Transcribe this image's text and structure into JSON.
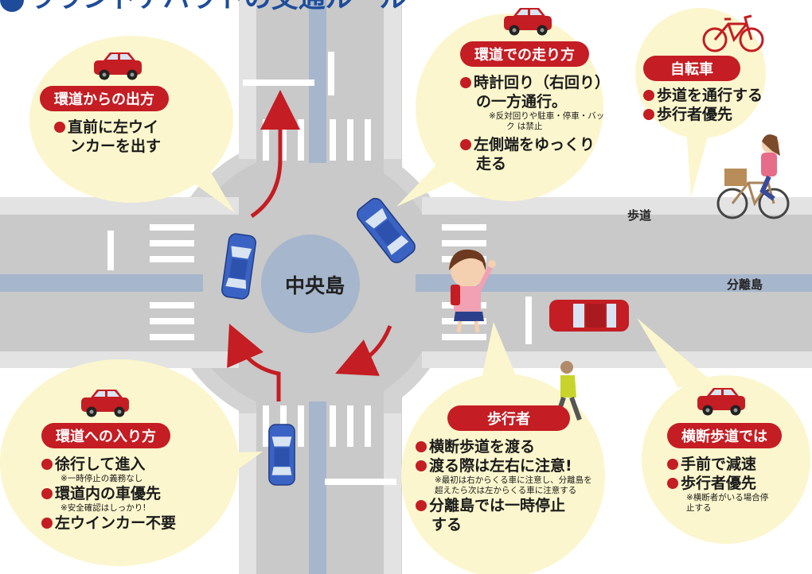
{
  "title": "ラウンドアバウトの交通ルール",
  "labels": {
    "center_island": "中央島",
    "sidewalk": "歩道",
    "median": "分離島"
  },
  "panels": {
    "exit": {
      "heading": "環道からの出方",
      "lines": [
        "直前に左ウイ",
        "ンカーを出す"
      ]
    },
    "driving": {
      "heading": "環道での走り方",
      "line1a": "時計回り（右回り）",
      "line1b": "の一方通行。",
      "note1a": "※反対回りや駐車・停車・バッ",
      "note1b": "ク は禁止",
      "line2a": "左側端をゆっくり",
      "line2b": "走る"
    },
    "bicycle": {
      "heading": "自転車",
      "lines": [
        "歩道を通行する",
        "歩行者優先"
      ]
    },
    "entry": {
      "heading": "環道への入り方",
      "line1": "徐行して進入",
      "note1": "※一時停止の義務なし",
      "line2": "環道内の車優先",
      "note2": "※安全確認はしっかり!",
      "line3": "左ウインカー不要"
    },
    "pedestrian": {
      "heading": "歩行者",
      "line1": "横断歩道を渡る",
      "line2": "渡る際は左右に注意!",
      "note_a": "※最初は右からくる車に注意し、分離島を",
      "note_b": "超えたら次は左からくる車に注意する",
      "line3a": "分離島では一時停止",
      "line3b": "する"
    },
    "crosswalk": {
      "heading": "横断歩道では",
      "line1": "手前で減速",
      "line2": "歩行者優先",
      "note_a": "※横断者がいる場合停",
      "note_b": "止する"
    }
  },
  "colors": {
    "road": "#d3d3d3",
    "median": "#a6b6cc",
    "bubble": "#fbf6cd",
    "label_red": "#c41d23",
    "title_blue": "#1e4c9a",
    "car_blue": "#3a63c4",
    "car_red": "#c41d23",
    "arrow_red": "#c41d23"
  },
  "icons": [
    "car-icon",
    "bicycle-icon",
    "cyclist-icon",
    "girl-pedestrian-icon",
    "walking-man-icon",
    "arrow-icon"
  ]
}
